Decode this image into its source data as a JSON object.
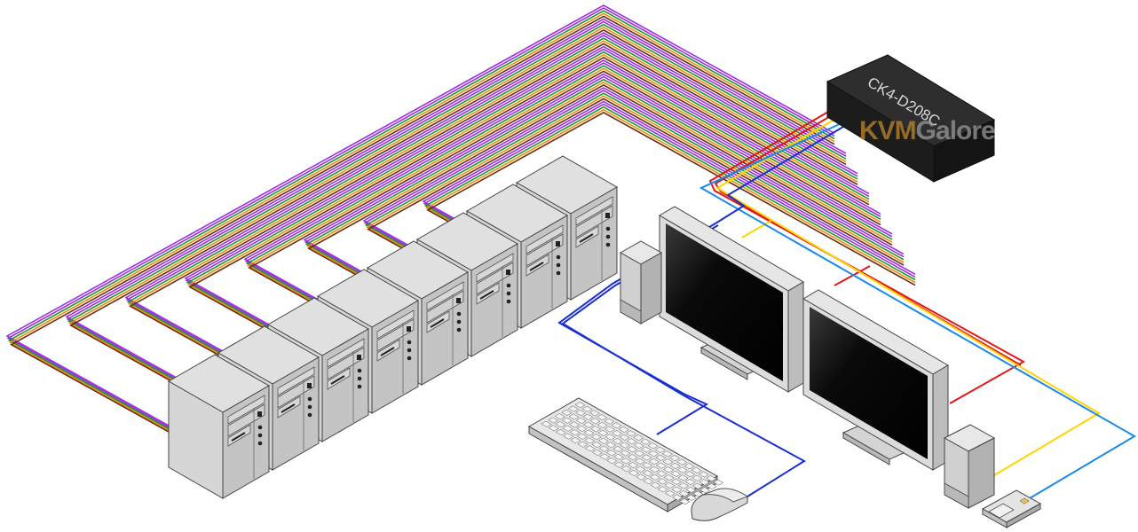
{
  "diagram": {
    "title": "KVM switch connection diagram",
    "switch": {
      "label": "CK4-D208C"
    },
    "watermark": {
      "part1": "KVM",
      "part2": "Galore"
    },
    "computers": {
      "count": 8
    },
    "cable_colors": {
      "computer_bundle": [
        "#9b30e0",
        "#9b30e0",
        "#1a9a2a",
        "#f08a10",
        "#6b2e12"
      ],
      "console_keyboard_mouse": "#1a2fd0",
      "console_video_1": "#ffd400",
      "console_video_2": "#e01818",
      "console_audio": "#1a8ae8"
    },
    "peripherals": [
      "monitor-1",
      "monitor-2",
      "speaker-left",
      "speaker-right",
      "keyboard",
      "mouse",
      "card-reader"
    ]
  }
}
